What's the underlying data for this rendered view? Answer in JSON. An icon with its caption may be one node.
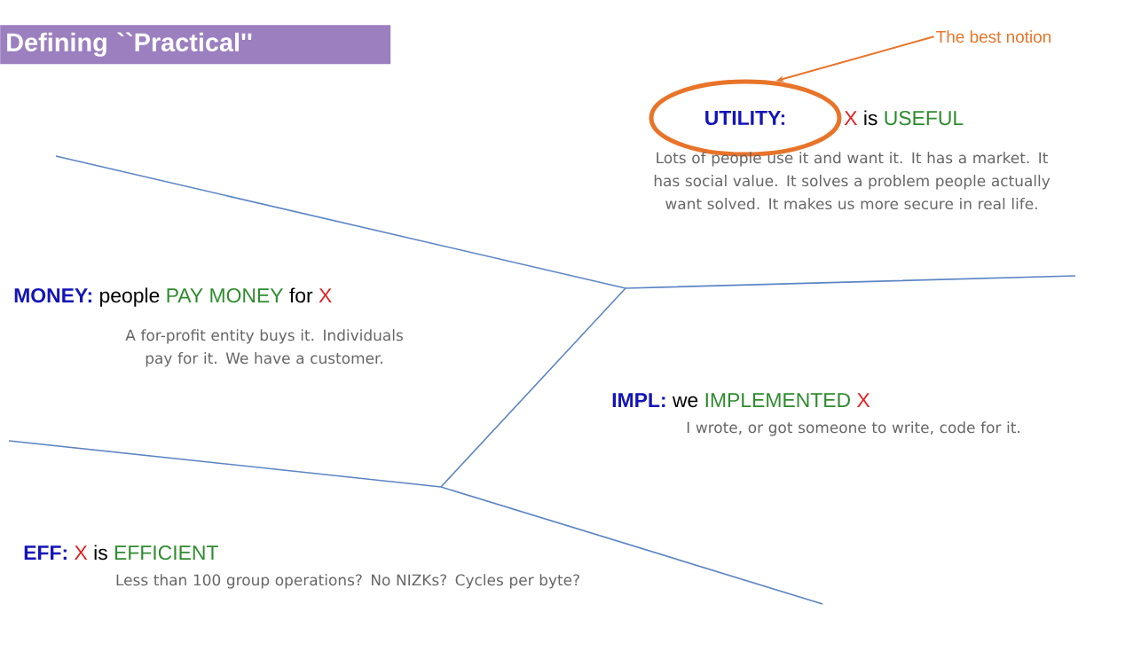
{
  "diagram": {
    "title": "Defining ``Practical''",
    "nodes": [
      {
        "text": [
          "The best notion"
        ]
      },
      {
        "text": [
          "UTILITY:"
        ]
      },
      {
        "text": [
          "X",
          "is",
          "USEFUL",
          "Lots of people use it and want it. It has a market. It has social value. It solves a problem people actually want solved. It makes us more secure in real life."
        ]
      },
      {
        "text": [
          "MONEY:",
          "people",
          "PAY MONEY",
          "for",
          "X",
          "A for-profit entity buys it. Individuals pay for it. We have a customer."
        ]
      },
      {
        "text": [
          "IMPL:",
          "we",
          "IMPLEMENTED",
          "X",
          "I wrote, or got someone to write, code for it."
        ]
      },
      {
        "text": [
          "EFF:",
          "X",
          "is",
          "EFFICIENT",
          "Less than 100 group operations? No NIZKs? Cycles per byte?"
        ]
      }
    ],
    "edges": [
      {
        "from": 0,
        "to": 1,
        "arrow": "to",
        "color": "#e8742a"
      }
    ]
  }
}
